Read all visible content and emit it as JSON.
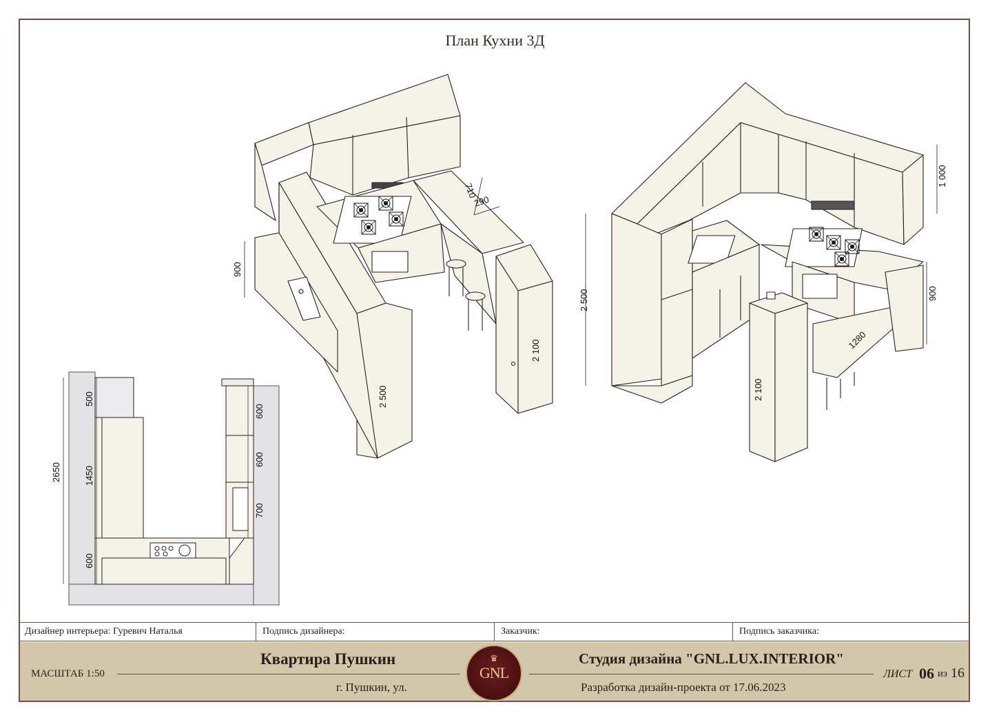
{
  "title": "План Кухни 3Д",
  "info_row": {
    "designer": "Дизайнер интерьера: Гуревич Наталья",
    "designer_signature": "Подпись дизайнера:",
    "client": "Заказчик:",
    "client_signature": "Подпись заказчика:"
  },
  "title_block": {
    "scale": "МАСШТАБ 1:50",
    "project_name": "Квартира Пушкин",
    "address": "г. Пушкин, ул.",
    "studio": "Студия дизайна \"GNL.LUX.INTERIOR\"",
    "development": "Разработка дизайн-проекта от 17.06.2023",
    "sheet_label": "ЛИСТ",
    "sheet_number": "06",
    "sheet_of": "из",
    "sheet_total": "16",
    "logo_text": "GNL"
  },
  "plan_dimensions": {
    "total": "2650",
    "left_top": "500",
    "left_mid": "1450",
    "left_bottom": "600",
    "right_top": "600",
    "right_mid": "600",
    "right_bottom": "700"
  },
  "iso_left_dimensions": {
    "d710": "710",
    "d290": "290",
    "d900": "900",
    "d2500": "2 500",
    "d2100": "2 100"
  },
  "iso_right_dimensions": {
    "d1000": "1 000",
    "d2500": "2 500",
    "d900": "900",
    "d1280": "1280",
    "d2100": "2 100"
  },
  "colors": {
    "frame": "#7a4a4a",
    "band": "#d3c7a9",
    "logo_bg": "#4a0f10",
    "logo_gold": "#e6c98f",
    "cabinet_fill": "#f5f2e8"
  }
}
